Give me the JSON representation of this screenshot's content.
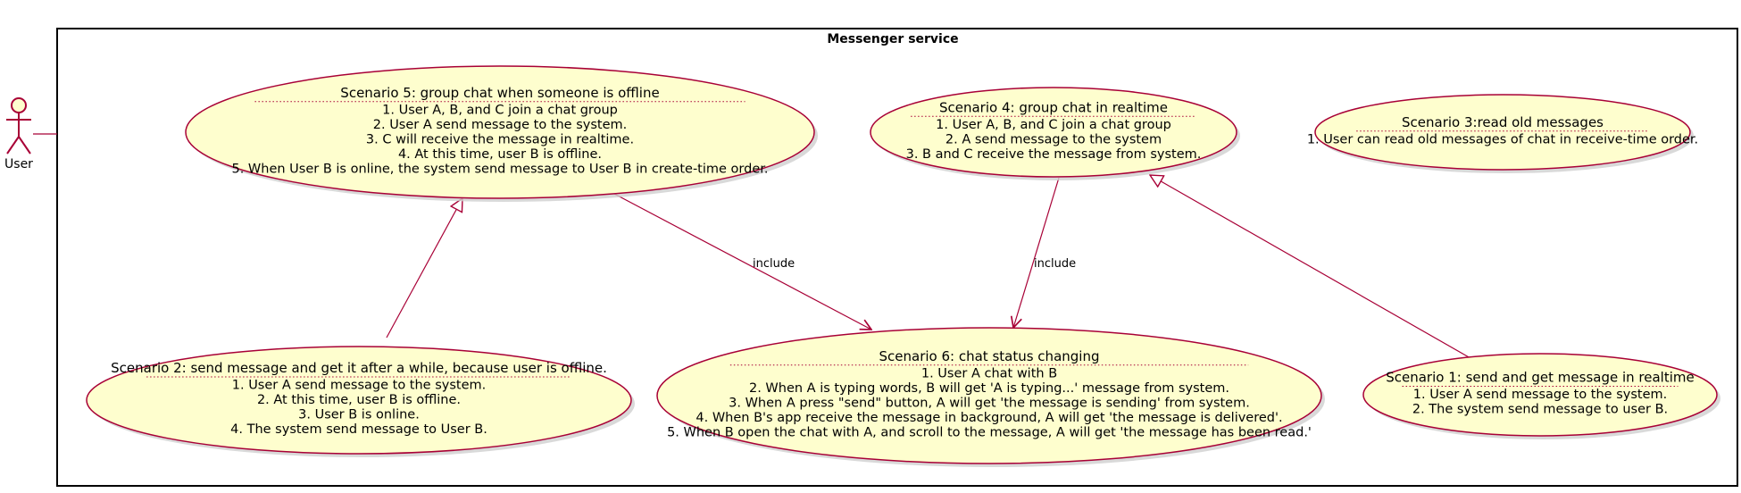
{
  "system": {
    "title": "Messenger service"
  },
  "actor": {
    "name": "User"
  },
  "use_cases": [
    {
      "id": "s5",
      "title": "Scenario 5: group chat when someone is offline",
      "lines": [
        "1. User A, B, and C join a chat group",
        "2. User A send message to the system.",
        "3. C will receive the message in realtime.",
        "4. At this time, user B is offline.",
        "5. When User B is online, the system send message to User B in create-time order."
      ]
    },
    {
      "id": "s4",
      "title": "Scenario 4: group chat in realtime",
      "lines": [
        "1. User A, B, and C join a chat group",
        "2. A send message to the system",
        "3. B and C receive the message from system."
      ]
    },
    {
      "id": "s3",
      "title": "Scenario 3:read old messages",
      "lines": [
        "1. User can read old messages of chat in receive-time order."
      ]
    },
    {
      "id": "s2",
      "title": "Scenario 2: send message and get it after a while, because user is offline.",
      "lines": [
        "1. User A send message to the system.",
        "2. At this time, user B is offline.",
        "3. User B is online.",
        "4. The system send message to User B."
      ]
    },
    {
      "id": "s6",
      "title": "Scenario 6: chat status changing",
      "lines": [
        "1. User A chat with B",
        "2. When A is typing words, B will get 'A is typing...' message from system.",
        "3. When A press \"send\" button, A will get 'the message is sending' from system.",
        "4. When B's app receive the message in background, A will get 'the message is delivered'.",
        "5. When B open the chat with A, and scroll to the message, A will get 'the message has been read.'"
      ]
    },
    {
      "id": "s1",
      "title": "Scenario 1: send and get message in realtime",
      "lines": [
        "1. User A send message to the system.",
        "2. The system send message to user B."
      ]
    }
  ],
  "relations": [
    {
      "from": "s5",
      "to": "s6",
      "kind": "include",
      "label": "include"
    },
    {
      "from": "s4",
      "to": "s6",
      "kind": "include",
      "label": "include"
    },
    {
      "from": "s2",
      "to": "s5",
      "kind": "generalization"
    },
    {
      "from": "s1",
      "to": "s4",
      "kind": "generalization"
    }
  ]
}
